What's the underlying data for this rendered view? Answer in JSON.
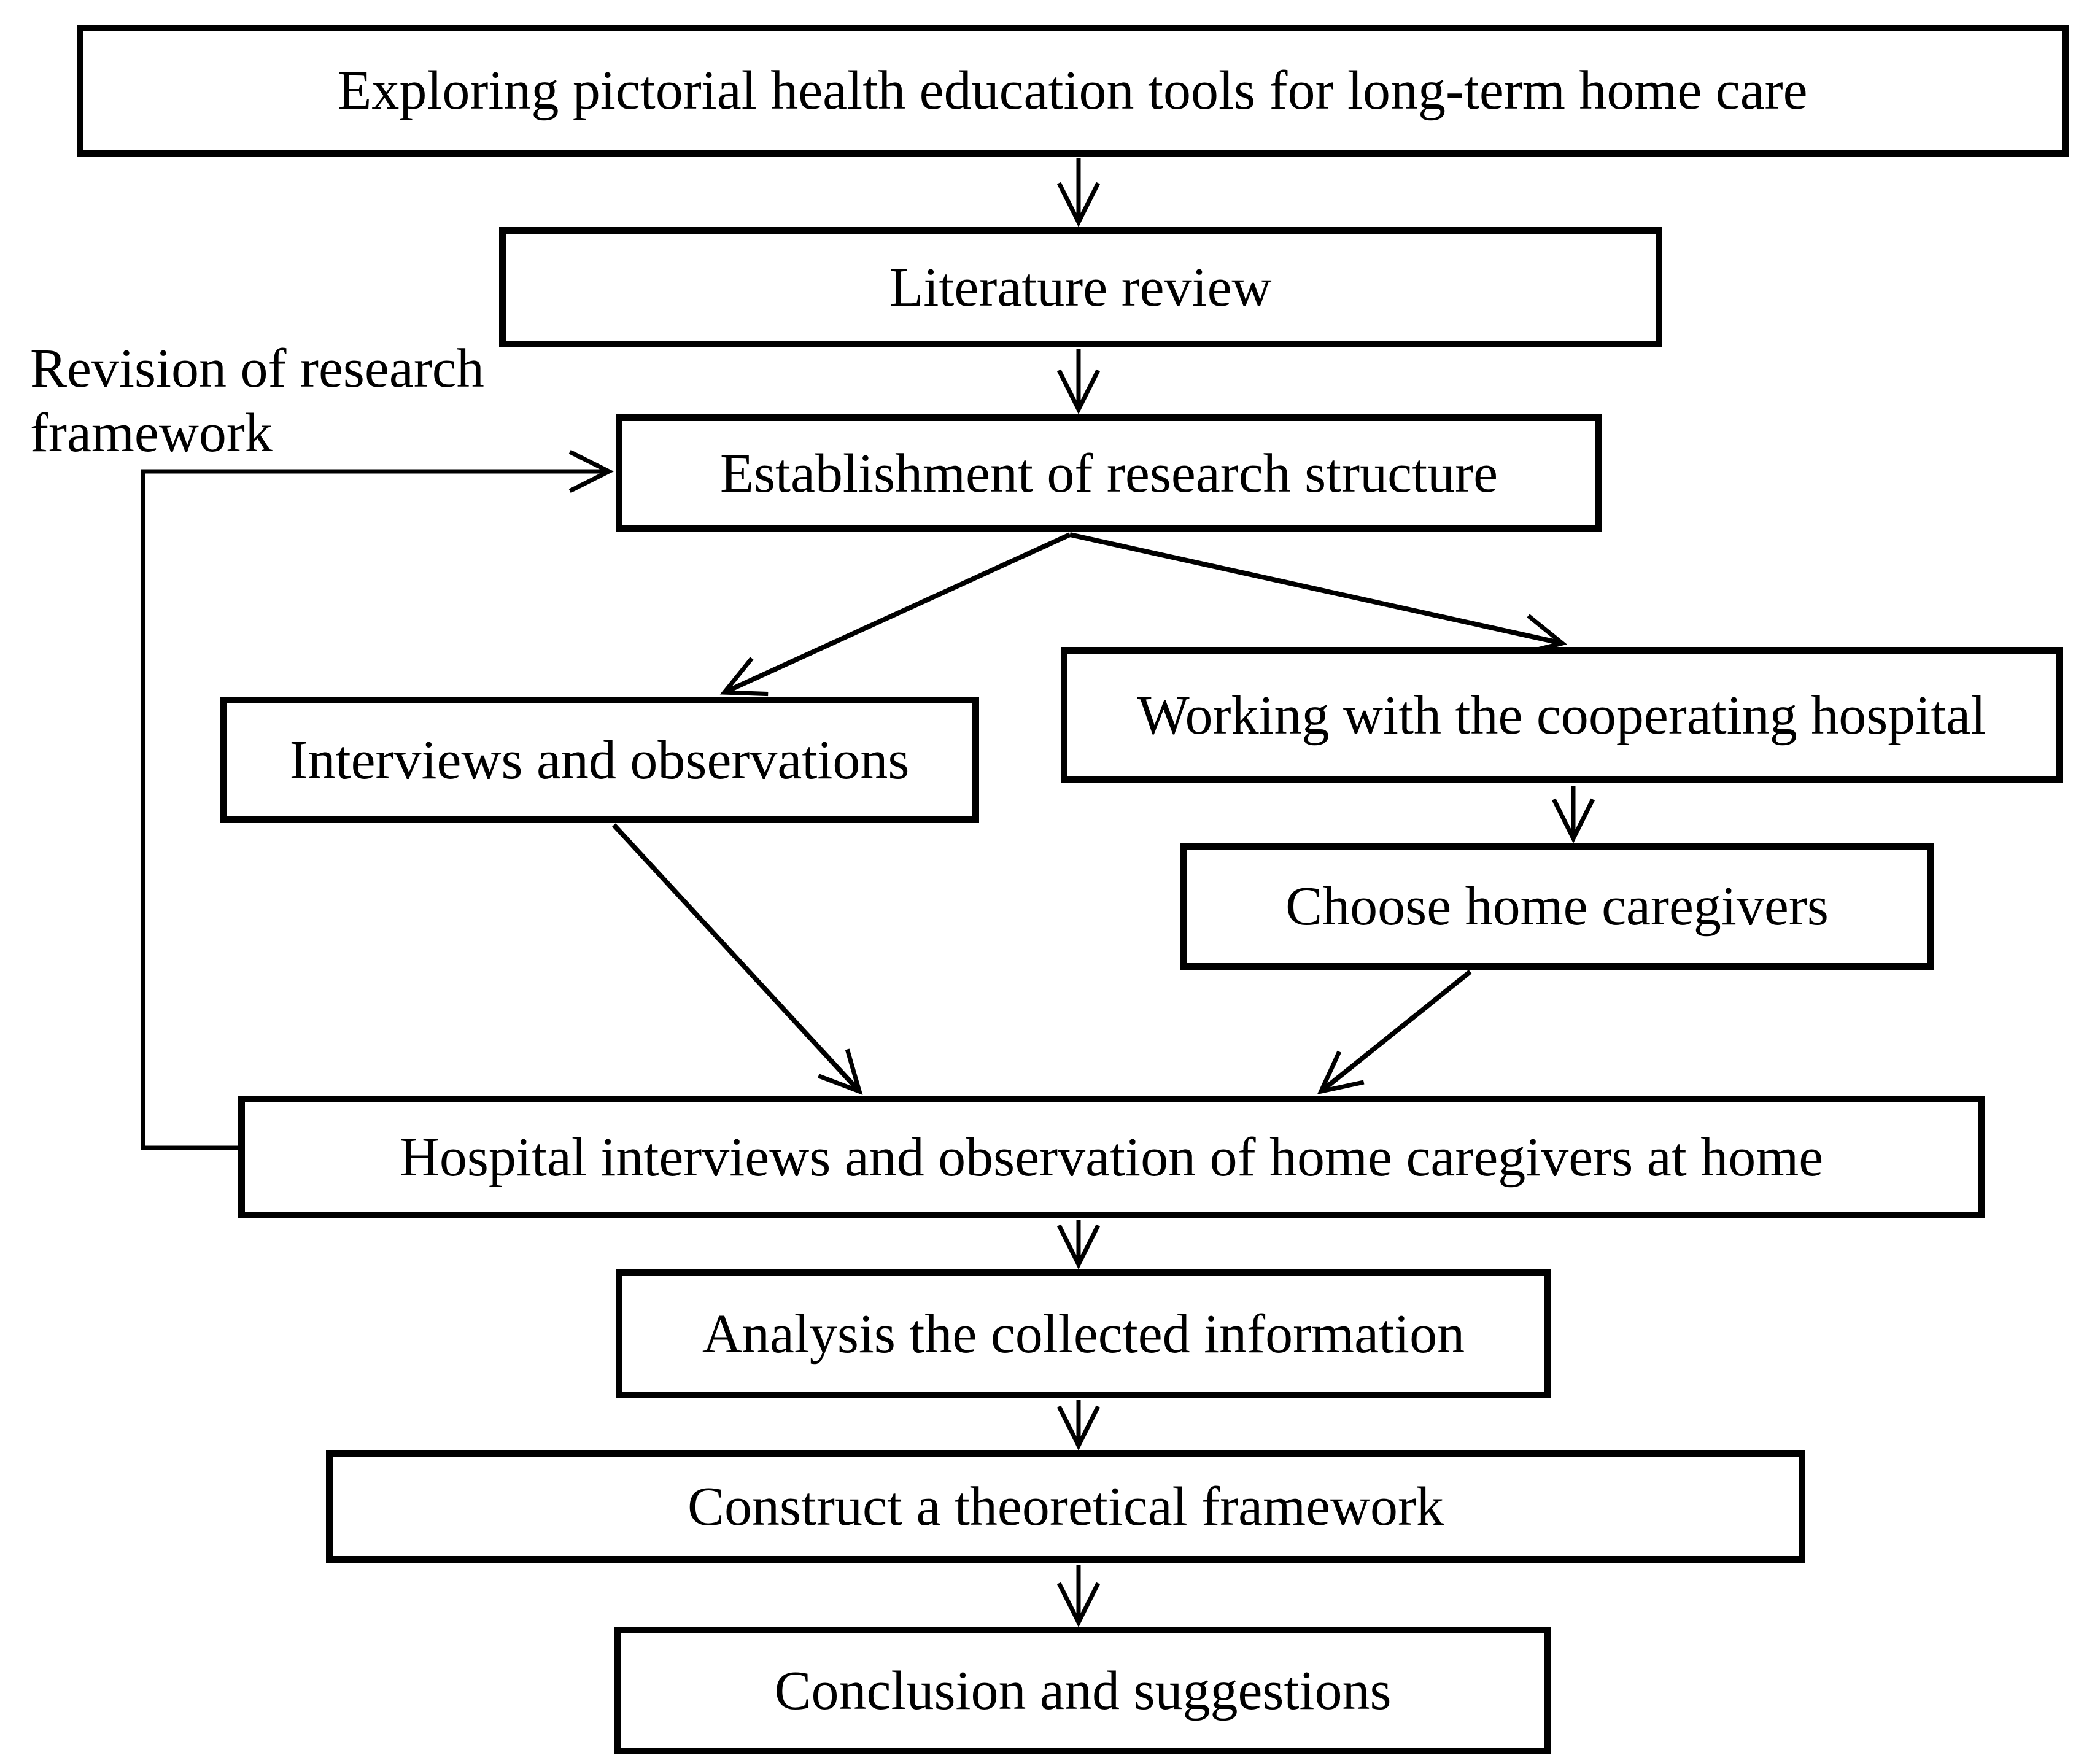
{
  "diagram": {
    "background_color": "#ffffff",
    "line_color": "#000000",
    "nodes": {
      "exploring": {
        "label": "Exploring pictorial health education tools for long-term home care"
      },
      "literature": {
        "label": "Literature review"
      },
      "establishment": {
        "label": "Establishment of research structure"
      },
      "interviews": {
        "label": "Interviews and observations"
      },
      "working": {
        "label": "Working with the cooperating hospital"
      },
      "choose": {
        "label": "Choose home caregivers"
      },
      "hospital": {
        "label": "Hospital interviews and observation of home caregivers at home"
      },
      "analysis": {
        "label": "Analysis the collected information"
      },
      "construct": {
        "label": "Construct a theoretical framework"
      },
      "conclusion": {
        "label": "Conclusion and suggestions"
      }
    },
    "annotation": {
      "line1": "Revision of research",
      "line2": "framework"
    }
  }
}
